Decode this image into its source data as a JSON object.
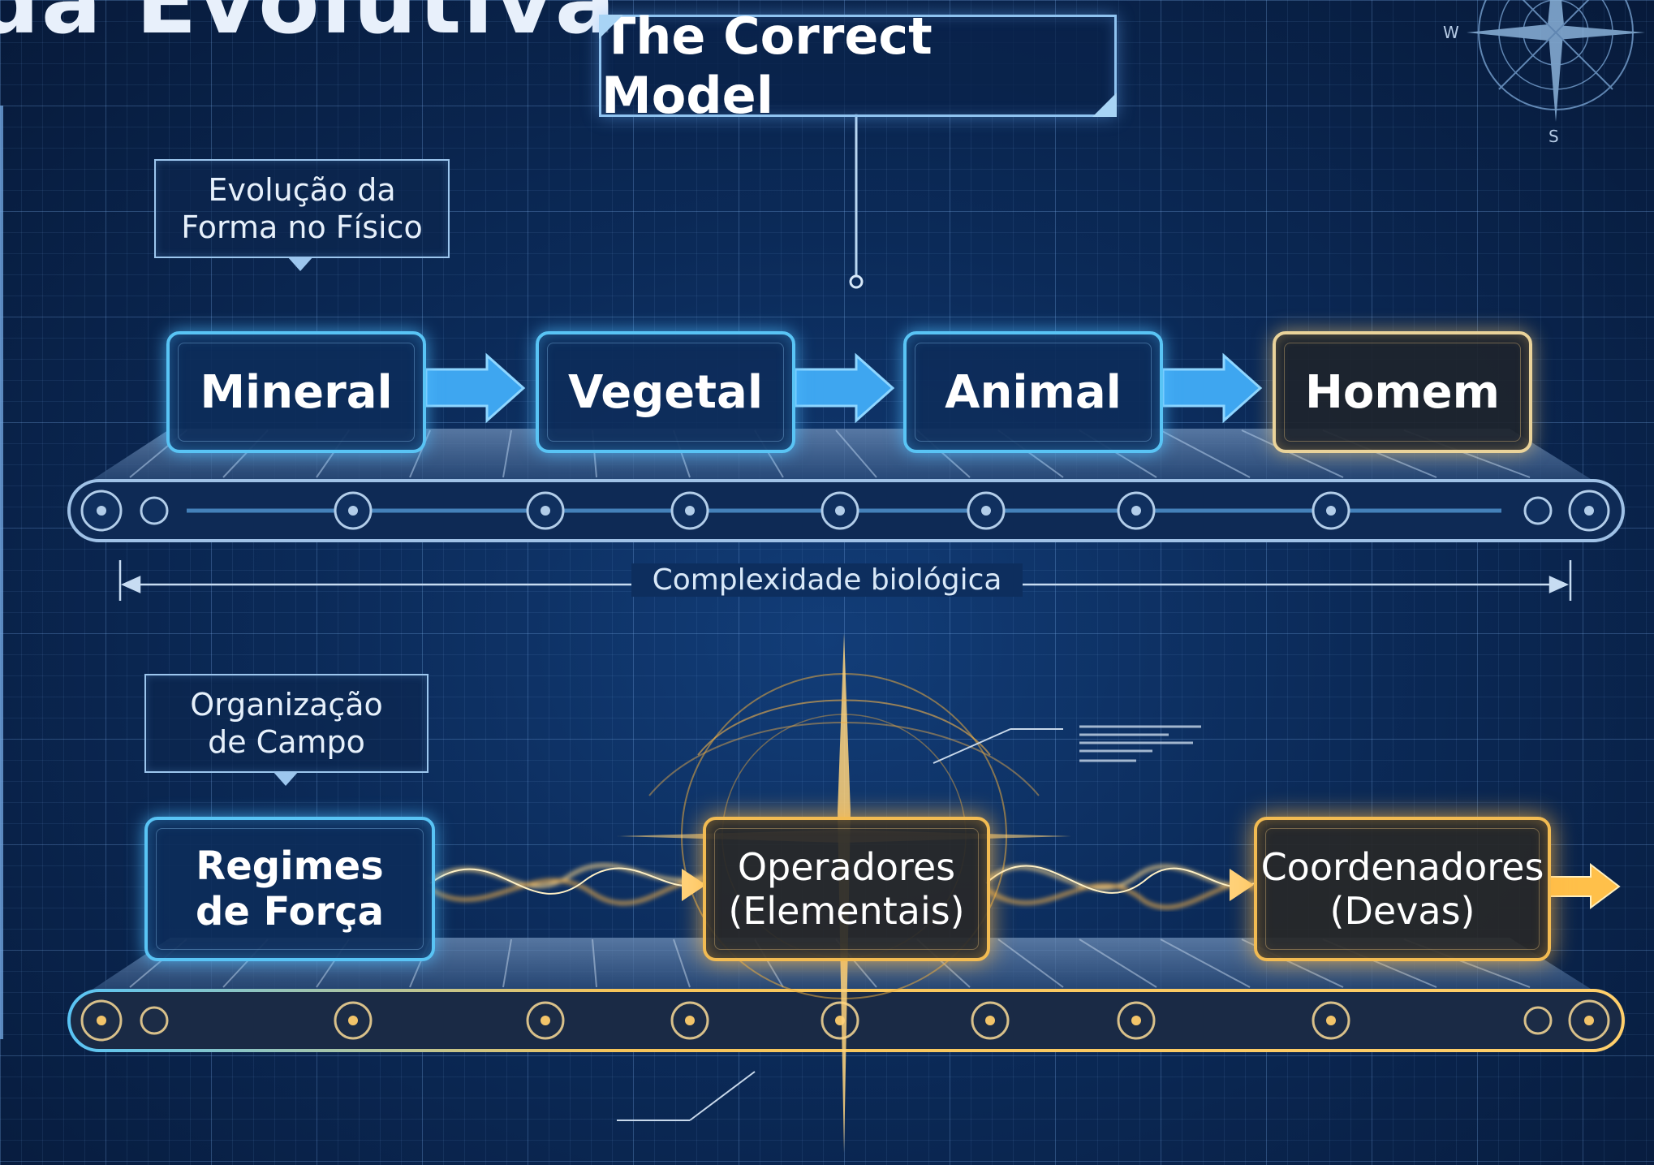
{
  "title_partial": "da Evolutiva",
  "main_title": "The Correct Model",
  "compass": {
    "w": "W",
    "s": "S"
  },
  "row1": {
    "callout_lines": [
      "Evolução da",
      "Forma no Físico"
    ],
    "nodes": [
      "Mineral",
      "Vegetal",
      "Animal",
      "Homem"
    ]
  },
  "axis": {
    "label": "Complexidade biológica"
  },
  "row2": {
    "callout_lines": [
      "Organização",
      "de Campo"
    ],
    "nodes": [
      {
        "line1": "Regimes",
        "line2": "de Força"
      },
      {
        "line1": "Operadores",
        "line2": "(Elementais)"
      },
      {
        "line1": "Coordenadores",
        "line2": "(Devas)"
      }
    ]
  },
  "colors": {
    "blue": "#59c4f5",
    "gold": "#f2bb52",
    "background": "#0b2a58"
  }
}
